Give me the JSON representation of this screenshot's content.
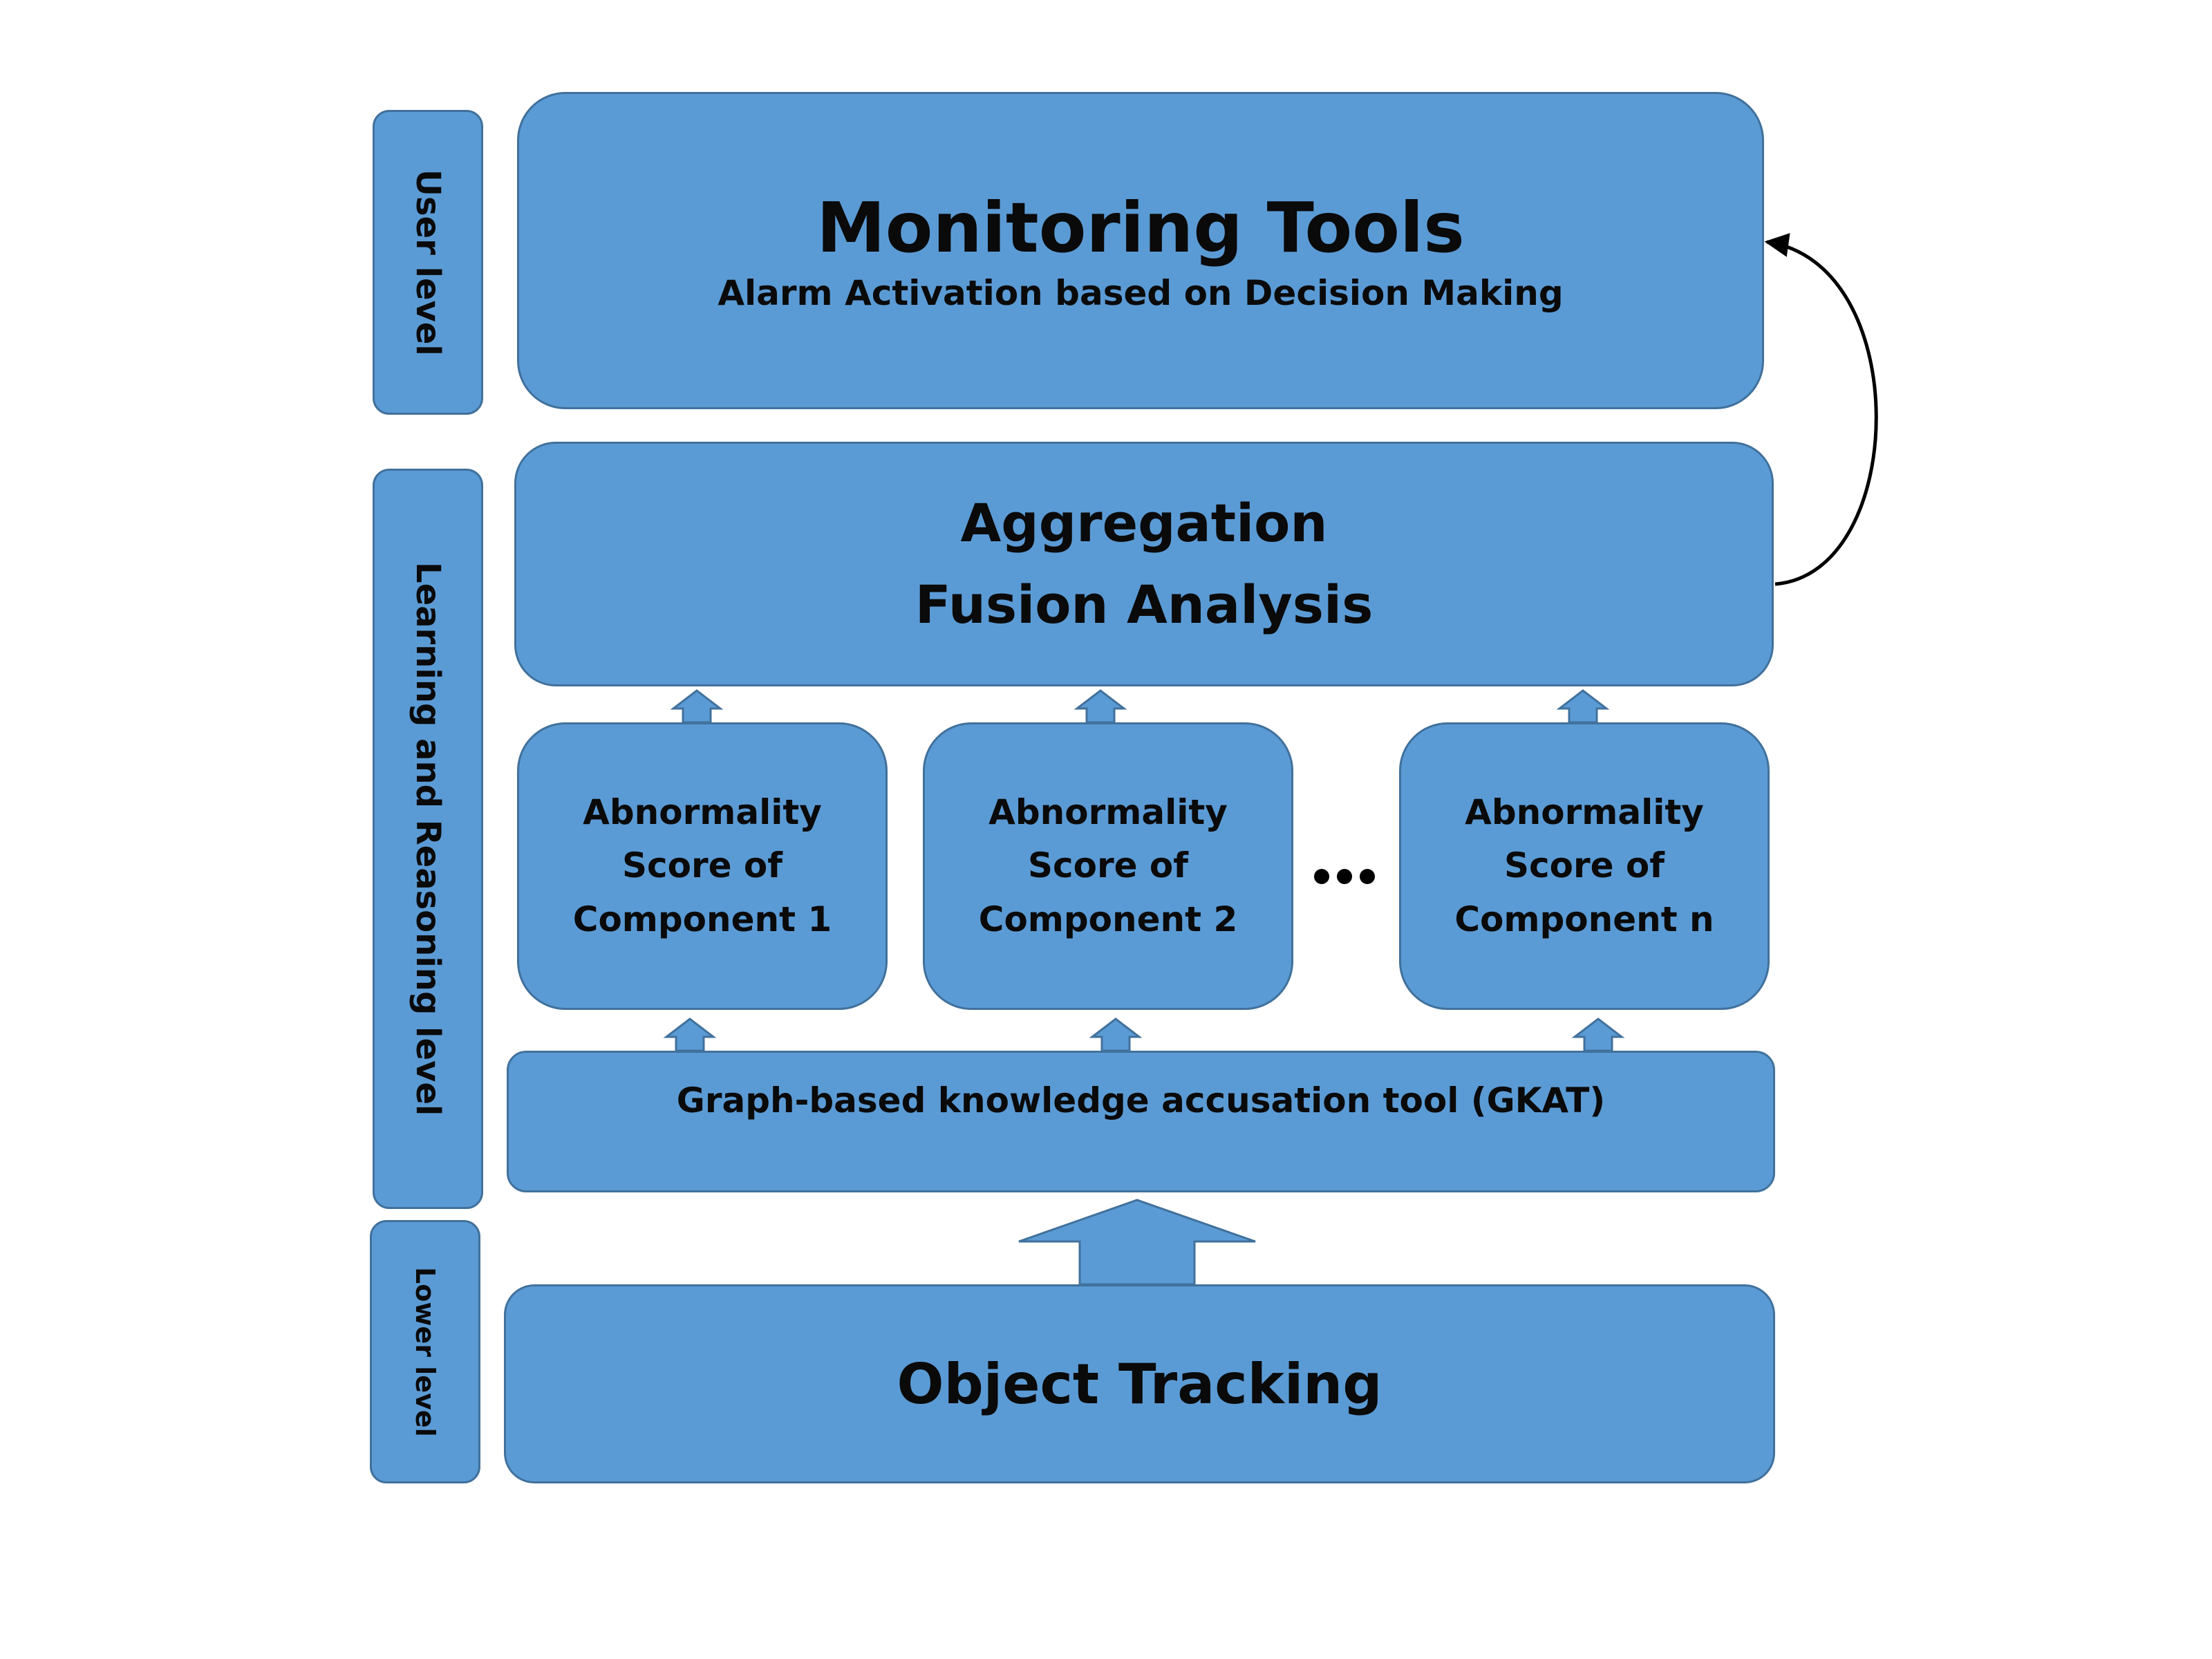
{
  "levels": {
    "user": "User level",
    "learning": "Learning and Reasoning level",
    "lower": "Lower level"
  },
  "monitoring": {
    "title": "Monitoring Tools",
    "subtitle": "Alarm Activation based on Decision Making"
  },
  "aggregation": {
    "line1": "Aggregation",
    "line2": "Fusion Analysis"
  },
  "components": [
    {
      "line1": "Abnormality",
      "line2": "Score of",
      "line3": "Component 1"
    },
    {
      "line1": "Abnormality",
      "line2": "Score of",
      "line3": "Component 2"
    },
    {
      "line1": "Abnormality",
      "line2": "Score of",
      "line3": "Component n"
    }
  ],
  "ellipsis": "…",
  "gkat": "Graph-based knowledge accusation tool (GKAT)",
  "tracking": "Object Tracking",
  "colors": {
    "box_fill": "#5b9bd5",
    "box_border": "#41719c",
    "text": "#0a0a0a"
  }
}
